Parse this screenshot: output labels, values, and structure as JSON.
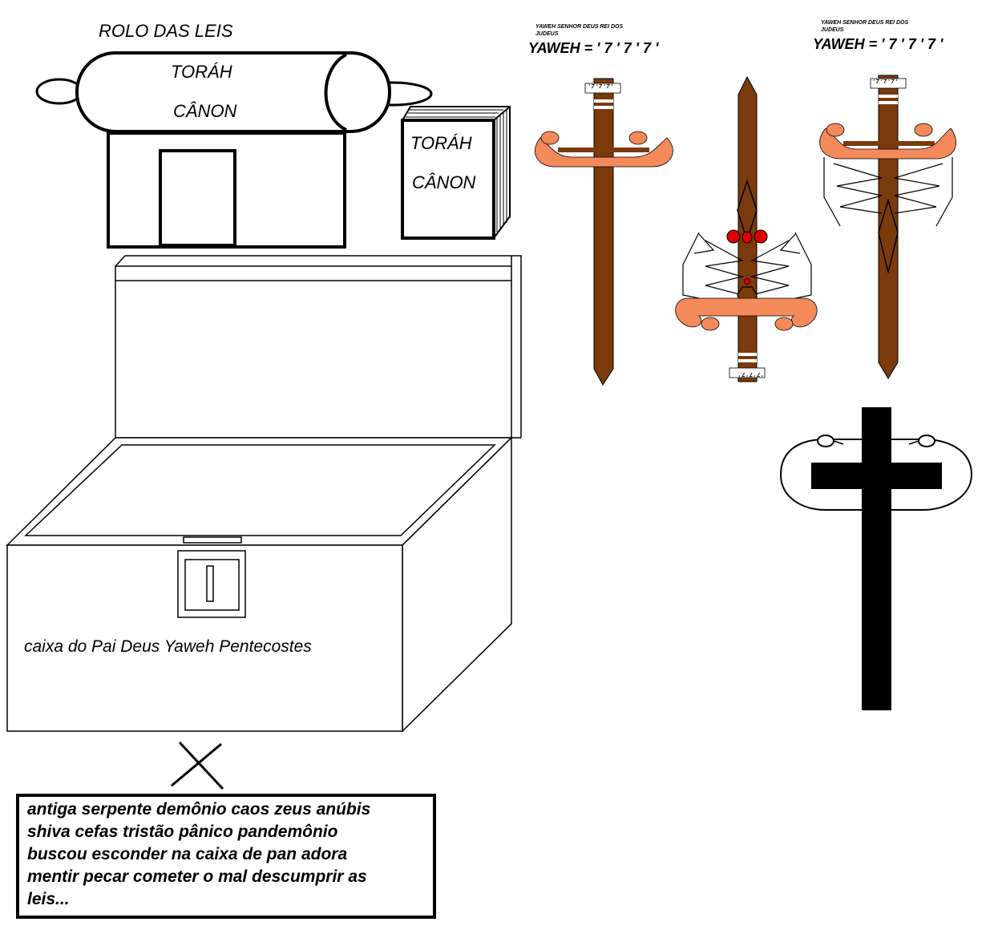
{
  "scroll": {
    "title": "ROLO DAS LEIS",
    "line1": "TORÁH",
    "line2": "CÂNON"
  },
  "book": {
    "line1": "TORÁH",
    "line2": "CÂNON"
  },
  "chest": {
    "label": "caixa do Pai Deus Yaweh Pentecostes"
  },
  "swords": {
    "left_small_caption_1": "YAWEH SENHOR DEUS REI DOS",
    "left_small_caption_2": "JUDEUS",
    "left_formula": "YAWEH = ' 7 ' 7 ' 7 '",
    "left_tag": "' 7 ' 7 ' 7 '",
    "middle_tag": "' 7 ' 7 ' 7 '",
    "right_small_caption_1": "YAWEH SENHOR DEUS REI DOS",
    "right_small_caption_2": "JUDEUS",
    "right_formula": "YAWEH = ' 7 ' 7 ' 7 '",
    "right_tag": "' 7 ' 7 ' 7 '"
  },
  "caption": {
    "lines": [
      "antiga serpente demônio caos zeus anúbis",
      "shiva cefas tristão pânico pandemônio",
      "buscou esconder na caixa de pan adora",
      "mentir pecar cometer o mal descumprir as",
      "leis..."
    ]
  },
  "colors": {
    "wood": "#7b3a0c",
    "serpent": "#f4895a",
    "eyes": "#e00000",
    "ink": "#000000"
  }
}
